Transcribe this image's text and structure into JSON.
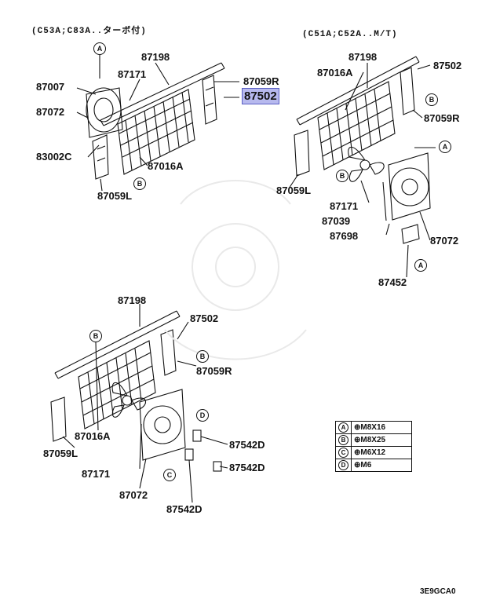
{
  "headers": {
    "left": "(C53A;C83A..ターボ付)",
    "right": "(C51A;C52A..M/T)"
  },
  "labels": {
    "tl_87198": "87198",
    "tl_87007": "87007",
    "tl_87171": "87171",
    "tl_87059R": "87059R",
    "tl_87502": "87502",
    "tl_87072": "87072",
    "tl_83002C": "83002C",
    "tl_87016A": "87016A",
    "tl_87059L": "87059L",
    "tr_87198": "87198",
    "tr_87502": "87502",
    "tr_87016A": "87016A",
    "tr_87059R": "87059R",
    "tr_87059L": "87059L",
    "tr_87171": "87171",
    "tr_87039": "87039",
    "tr_87698": "87698",
    "tr_87072": "87072",
    "tr_87452": "87452",
    "bt_87198": "87198",
    "bt_87502": "87502",
    "bt_87059R": "87059R",
    "bt_87016A": "87016A",
    "bt_87059L": "87059L",
    "bt_87171": "87171",
    "bt_87072": "87072",
    "bt_87542D_1": "87542D",
    "bt_87542D_2": "87542D",
    "bt_87542D_3": "87542D"
  },
  "callouts": {
    "A": "A",
    "B": "B",
    "C": "C",
    "D": "D"
  },
  "legend": [
    {
      "key": "A",
      "value": "⊕M8X16"
    },
    {
      "key": "B",
      "value": "⊕M8X25"
    },
    {
      "key": "C",
      "value": "⊕M6X12"
    },
    {
      "key": "D",
      "value": "⊕M6"
    }
  ],
  "diagram_code": "3E9GCA0",
  "highlight_color": "#b7b9ee"
}
